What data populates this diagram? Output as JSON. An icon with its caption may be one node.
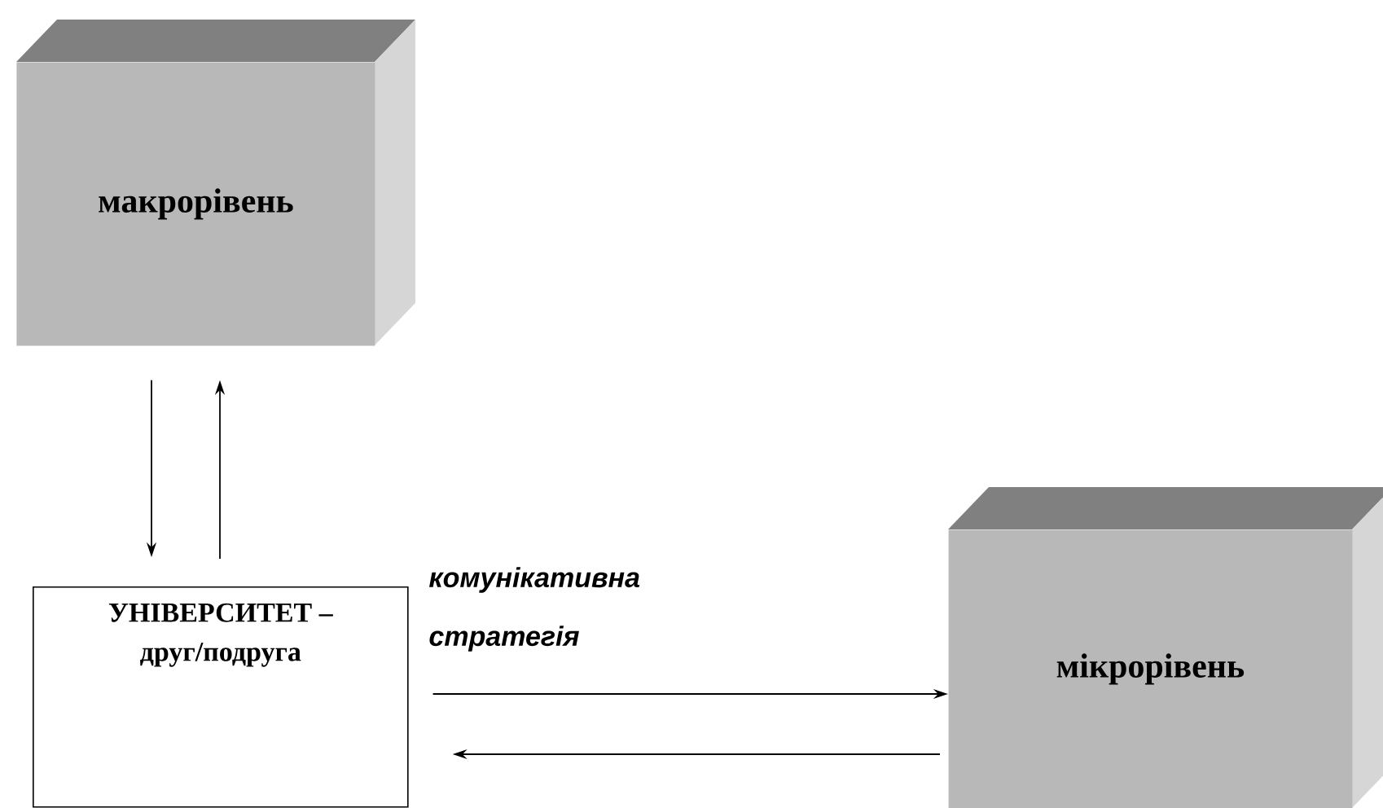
{
  "diagram": {
    "nodes": [
      {
        "text": [
          "макрорівень"
        ]
      },
      {
        "text": [
          "УНІВЕРСИТЕТ – друг/подруга"
        ]
      },
      {
        "text": [
          "мікрорівень"
        ]
      }
    ],
    "edges": [
      {
        "from": 0,
        "to": 1,
        "arrow": "to"
      },
      {
        "from": 1,
        "to": 0,
        "arrow": "to"
      },
      {
        "from": 1,
        "to": 2,
        "arrow": "to",
        "label": "комунікативна стратегія"
      },
      {
        "from": 2,
        "to": 1,
        "arrow": "to"
      }
    ]
  }
}
